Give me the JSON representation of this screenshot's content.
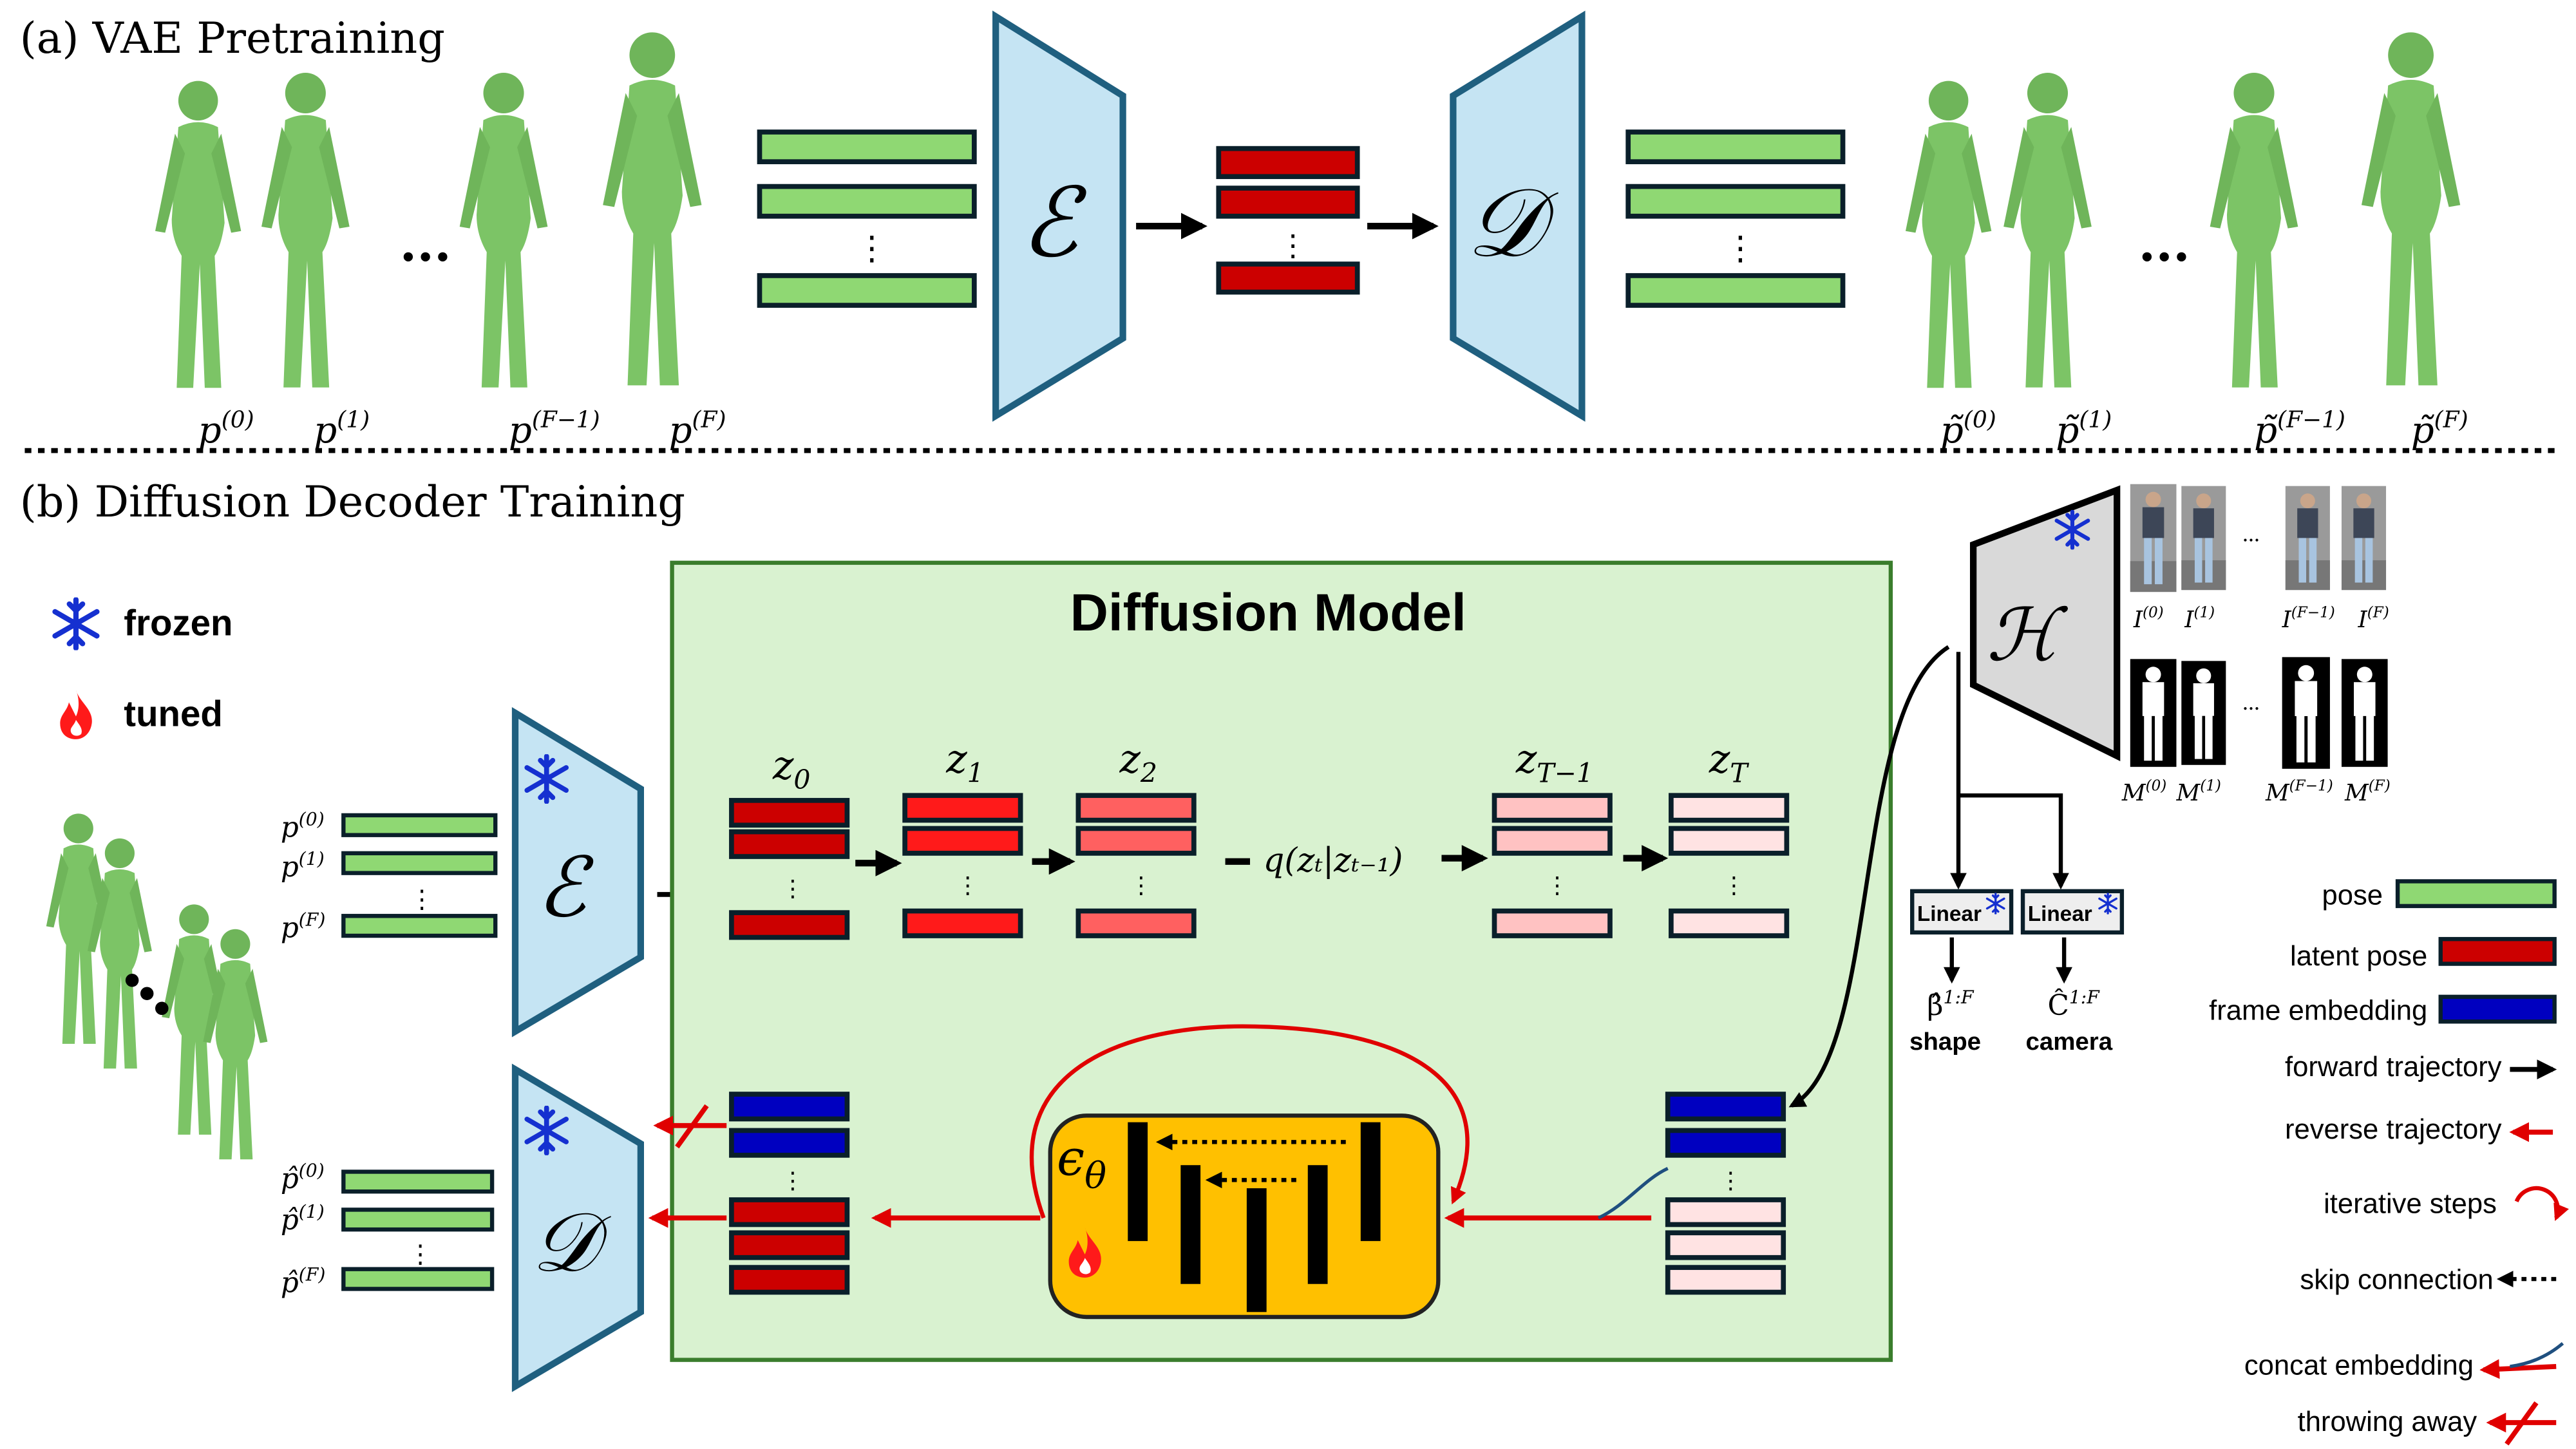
{
  "colors": {
    "pose": "#8fd873",
    "latent": "#cc0000",
    "frame_embedding": "#0000c0",
    "encoder": "#c5e4f3",
    "diffusion_bg": "#d9f2d0",
    "unet": "#ffc000",
    "reverse": "#e00000",
    "frozen": "#1530d0"
  },
  "section_a": {
    "title": "(a) VAE Pretraining",
    "ellipsis": "...",
    "encoder_symbol": "ℰ",
    "decoder_symbol": "𝒟",
    "input_labels": [
      {
        "base": "p",
        "sup": "(0)"
      },
      {
        "base": "p",
        "sup": "(1)"
      },
      {
        "base": "p",
        "sup": "(F−1)"
      },
      {
        "base": "p",
        "sup": "(F)"
      }
    ],
    "output_labels": [
      {
        "base": "p̃",
        "sup": "(0)"
      },
      {
        "base": "p̃",
        "sup": "(1)"
      },
      {
        "base": "p̃",
        "sup": "(F−1)"
      },
      {
        "base": "p̃",
        "sup": "(F)"
      }
    ]
  },
  "section_b": {
    "title": "(b) Diffusion Decoder Training",
    "frozen_label": "frozen",
    "tuned_label": "tuned",
    "input_pose_labels": [
      {
        "base": "p",
        "sup": "(0)"
      },
      {
        "base": "p",
        "sup": "(1)"
      },
      {
        "base": "p",
        "sup": "(F)"
      }
    ],
    "output_pose_labels": [
      {
        "base": "p̂",
        "sup": "(0)"
      },
      {
        "base": "p̂",
        "sup": "(1)"
      },
      {
        "base": "p̂",
        "sup": "(F)"
      }
    ],
    "encoder_symbol": "ℰ",
    "decoder_symbol": "𝒟",
    "diffusion": {
      "title": "Diffusion Model",
      "z_labels": [
        {
          "base": "z",
          "sub": "0"
        },
        {
          "base": "z",
          "sub": "1"
        },
        {
          "base": "z",
          "sub": "2"
        },
        {
          "base": "z",
          "sub": "T−1"
        },
        {
          "base": "z",
          "sub": "T"
        }
      ],
      "q_label": "q(zₜ|zₜ₋₁)",
      "epsilon": {
        "base": "ϵ",
        "sub": "θ"
      }
    },
    "hmr_symbol": "ℋ",
    "linear_label": "Linear",
    "shape_symbol": {
      "base": "β̂",
      "sup": "1:F"
    },
    "shape_label": "shape",
    "camera_symbol": {
      "base": "Ĉ",
      "sup": "1:F"
    },
    "camera_label": "camera",
    "ellipsis": "...",
    "image_labels": [
      {
        "base": "I",
        "sup": "(0)"
      },
      {
        "base": "I",
        "sup": "(1)"
      },
      {
        "base": "I",
        "sup": "(F−1)"
      },
      {
        "base": "I",
        "sup": "(F)"
      }
    ],
    "mask_labels": [
      {
        "base": "M",
        "sup": "(0)"
      },
      {
        "base": "M",
        "sup": "(1)"
      },
      {
        "base": "M",
        "sup": "(F−1)"
      },
      {
        "base": "M",
        "sup": "(F)"
      }
    ]
  },
  "legend": [
    {
      "label": "pose",
      "icon": "green-bar"
    },
    {
      "label": "latent pose",
      "icon": "red-bar"
    },
    {
      "label": "frame embedding",
      "icon": "blue-bar"
    },
    {
      "label": "forward trajectory",
      "icon": "black-arrow"
    },
    {
      "label": "reverse trajectory",
      "icon": "red-arrow"
    },
    {
      "label": "iterative steps",
      "icon": "red-loop-arrow"
    },
    {
      "label": "skip connection",
      "icon": "dotted-arrow"
    },
    {
      "label": "concat embedding",
      "icon": "concat-arrow"
    },
    {
      "label": "throwing away",
      "icon": "crossed-red-arrow"
    }
  ]
}
